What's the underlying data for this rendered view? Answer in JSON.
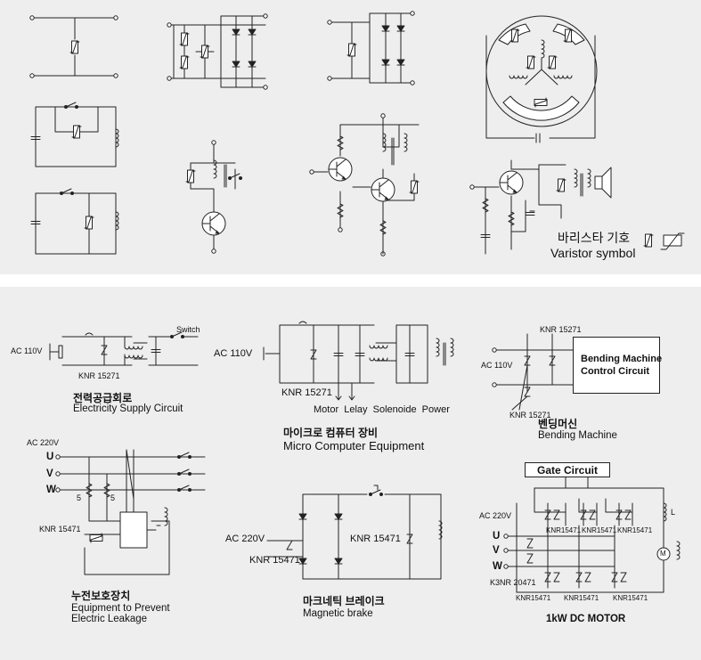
{
  "top_panel": {
    "legend": {
      "korean": "바리스타 기호",
      "english": "Varistor symbol"
    }
  },
  "bottom_panel": {
    "supply": {
      "title_ko": "전력공급회로",
      "title_en": "Electricity Supply Circuit",
      "ac_label": "AC 110V",
      "part_label": "KNR 15271",
      "switch_label": "Switch"
    },
    "computer": {
      "title_ko": "마이크로 컴퓨터 장비",
      "title_en": "Micro Computer Equipment",
      "ac_label": "AC 110V",
      "part_label": "KNR 15271",
      "outputs": "Motor  Lelay  Solenoide  Power"
    },
    "bending": {
      "title_ko": "벤딩머신",
      "title_en": "Bending Machine",
      "ac_label": "AC 110V",
      "part_top": "KNR 15271",
      "part_bottom": "KNR 15271",
      "box_line1": "Bending Machine",
      "box_line2": "Control Circuit"
    },
    "leakage": {
      "title_ko": "누전보호장치",
      "title_en_1": "Equipment to Prevent",
      "title_en_2": "Electric Leakage",
      "ac_label": "AC 220V",
      "phase_u": "U",
      "phase_v": "V",
      "phase_w": "W",
      "r1": "5",
      "r2": "5",
      "part_label": "KNR 15471"
    },
    "brake": {
      "title_ko": "마크네틱 브레이크",
      "title_en": "Magnetic brake",
      "ac_label": "AC 220V",
      "part_left": "KNR 15471",
      "part_right": "KNR 15471"
    },
    "motor": {
      "title": "1kW DC MOTOR",
      "gate_label": "Gate Circuit",
      "ac_label": "AC 220V",
      "phase_u": "U",
      "phase_v": "V",
      "phase_w": "W",
      "l_label": "L",
      "m_label": "M",
      "k3nr": "K3NR 20471",
      "upper_parts": [
        "KNR15471",
        "KNR15471",
        "KNR15471"
      ],
      "lower_parts": [
        "KNR15471",
        "KNR15471",
        "KNR15471"
      ]
    }
  }
}
